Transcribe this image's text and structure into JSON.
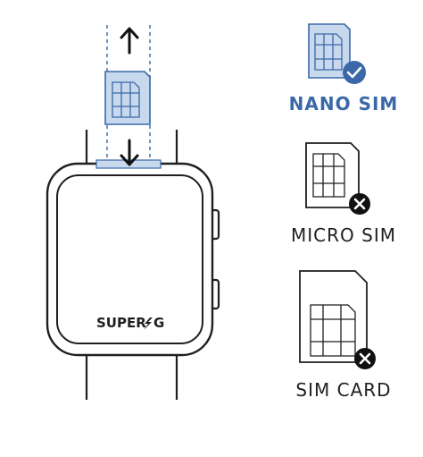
{
  "colors": {
    "accent": "#3a68a8",
    "sim_fill": "#c8d9ee",
    "outline": "#1f1f1f",
    "reject": "#111111"
  },
  "watch": {
    "brand_label": "SUPER",
    "brand_suffix": "G",
    "brand_bolt_icon": "lightning-bolt-icon"
  },
  "insert_arrows": {
    "up_icon": "arrow-up-icon",
    "down_icon": "arrow-down-icon"
  },
  "sim_options": [
    {
      "label": "NANO SIM",
      "status": "compatible",
      "badge_icon": "checkmark-icon"
    },
    {
      "label": "MICRO SIM",
      "status": "incompatible",
      "badge_icon": "cross-icon"
    },
    {
      "label": "SIM CARD",
      "status": "incompatible",
      "badge_icon": "cross-icon"
    }
  ]
}
